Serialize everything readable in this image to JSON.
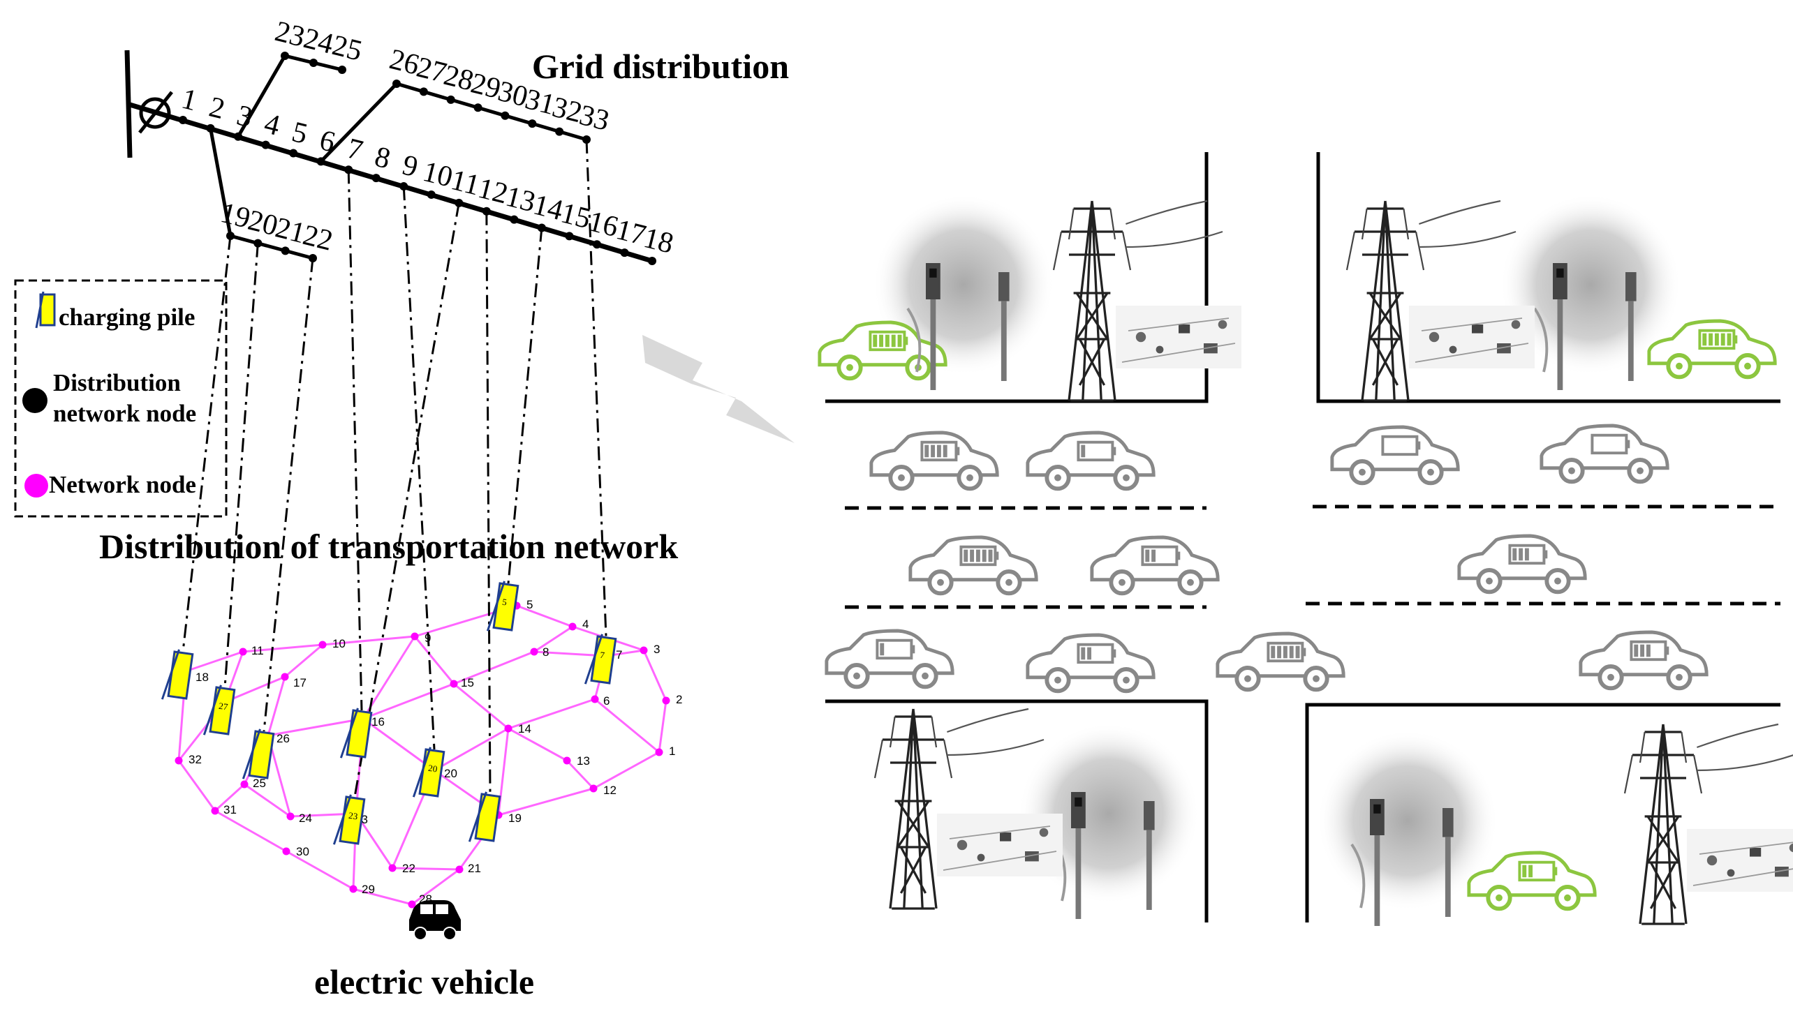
{
  "titles": {
    "grid": "Grid distribution",
    "transport": "Distribution of transportation network",
    "ev": "electric vehicle"
  },
  "legend": {
    "charging_pile": "charging pile",
    "distribution_node_line1": "Distribution",
    "distribution_node_line2": "network node",
    "network_node": "Network node"
  },
  "grid_buses": {
    "main": [
      "1",
      "2",
      "3",
      "4",
      "5",
      "6",
      "7",
      "8",
      "9",
      "10",
      "11",
      "12",
      "13",
      "14",
      "15",
      "16",
      "17",
      "18"
    ],
    "branch_19_22": [
      "19",
      "20",
      "21",
      "22"
    ],
    "branch_23_25": [
      "23",
      "24",
      "25"
    ],
    "branch_26_33": [
      "26",
      "27",
      "28",
      "29",
      "30",
      "31",
      "32",
      "33"
    ]
  },
  "transport_nodes": [
    "1",
    "2",
    "3",
    "4",
    "5",
    "6",
    "7",
    "8",
    "9",
    "10",
    "11",
    "12",
    "13",
    "14",
    "15",
    "16",
    "17",
    "18",
    "19",
    "20",
    "21",
    "22",
    "23",
    "24",
    "25",
    "26",
    "27",
    "28",
    "29",
    "30",
    "31",
    "32"
  ],
  "colors": {
    "network_node": "#ff00ff",
    "network_edge": "#ff66ff",
    "pile_fill": "#ffff00",
    "pile_stroke": "#1f3f8f",
    "ev_green": "#8cc63f",
    "car_gray": "#888888"
  }
}
